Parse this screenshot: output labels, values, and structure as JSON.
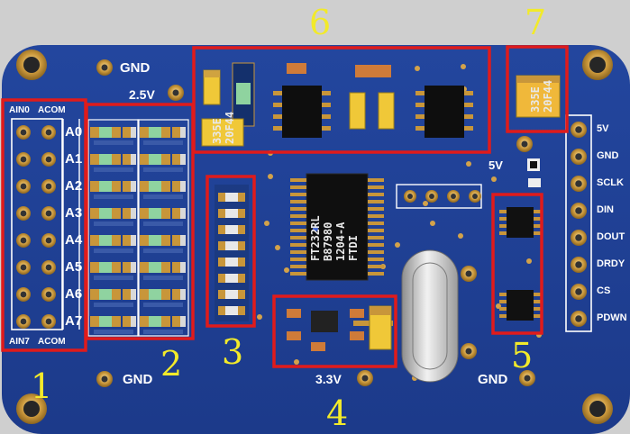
{
  "board": {
    "colors": {
      "background": "#cfcfcf",
      "pcb": "#1f3f93",
      "pad": "#c89a3c",
      "highlight_box": "#e01b1b",
      "section_number": "#f2ea2a",
      "silkscreen": "#ffffff"
    },
    "silkscreen": {
      "gnd_top": "GND",
      "v25": "2.5V",
      "ain0": "AIN0",
      "acom_top": "ACOM",
      "ain7": "AIN7",
      "acom_bottom": "ACOM",
      "gnd_bottom_left": "GND",
      "v33": "3.3V",
      "gnd_bottom_right": "GND",
      "v5_mid": "5V",
      "analog_channels": [
        "A0",
        "A1",
        "A2",
        "A3",
        "A4",
        "A5",
        "A6",
        "A7"
      ],
      "header_pins": [
        "5V",
        "GND",
        "SCLK",
        "DIN",
        "DOUT",
        "DRDY",
        "CS",
        "PDWN"
      ]
    },
    "component_markings": {
      "cap_left_line1": "335E",
      "cap_left_line2": "20F44",
      "cap_right_line1": "335E",
      "cap_right_line2": "20F44",
      "ftdi_line1": "FTDI",
      "ftdi_line2": "1204-A",
      "ftdi_line3": "B87980",
      "ftdi_line4": "FT232RL"
    },
    "section_labels": [
      "1",
      "2",
      "3",
      "4",
      "5",
      "6",
      "7"
    ]
  }
}
